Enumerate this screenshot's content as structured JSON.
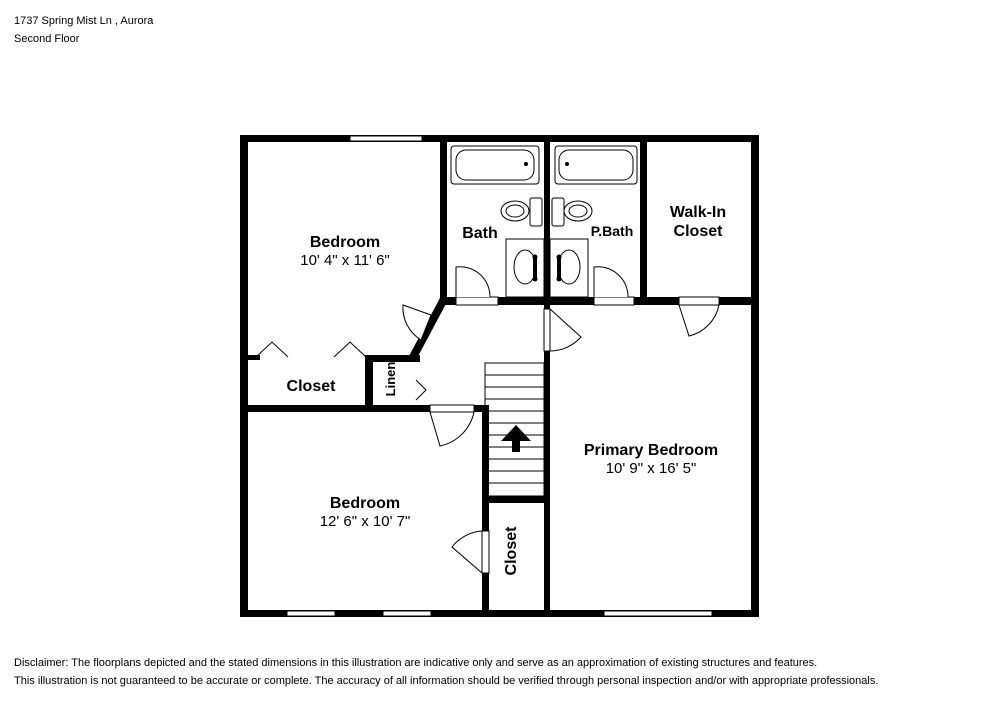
{
  "header": {
    "address": "1737 Spring Mist Ln , Aurora",
    "floor": "Second Floor"
  },
  "rooms": {
    "bedroom_nw": {
      "name": "Bedroom",
      "dims": "10' 4\" x 11' 6\""
    },
    "closet_w": {
      "name": "Closet"
    },
    "linen": {
      "name": "Linen"
    },
    "bath": {
      "name": "Bath"
    },
    "pbath": {
      "name": "P.Bath"
    },
    "walkin_line1": "Walk-In",
    "walkin_line2": "Closet",
    "bedroom_sw": {
      "name": "Bedroom",
      "dims": "12' 6\" x 10' 7\""
    },
    "closet_c": {
      "name": "Closet"
    },
    "primary": {
      "name": "Primary Bedroom",
      "dims": "10' 9\" x 16' 5\""
    }
  },
  "disclaimer": {
    "line1": "Disclaimer: The floorplans depicted and the stated dimensions in this illustration are indicative only and serve as an approximation of existing structures and features.",
    "line2": "This illustration is not guaranteed to be accurate or complete. The accuracy of all information should be verified through personal inspection and/or with appropriate professionals."
  }
}
